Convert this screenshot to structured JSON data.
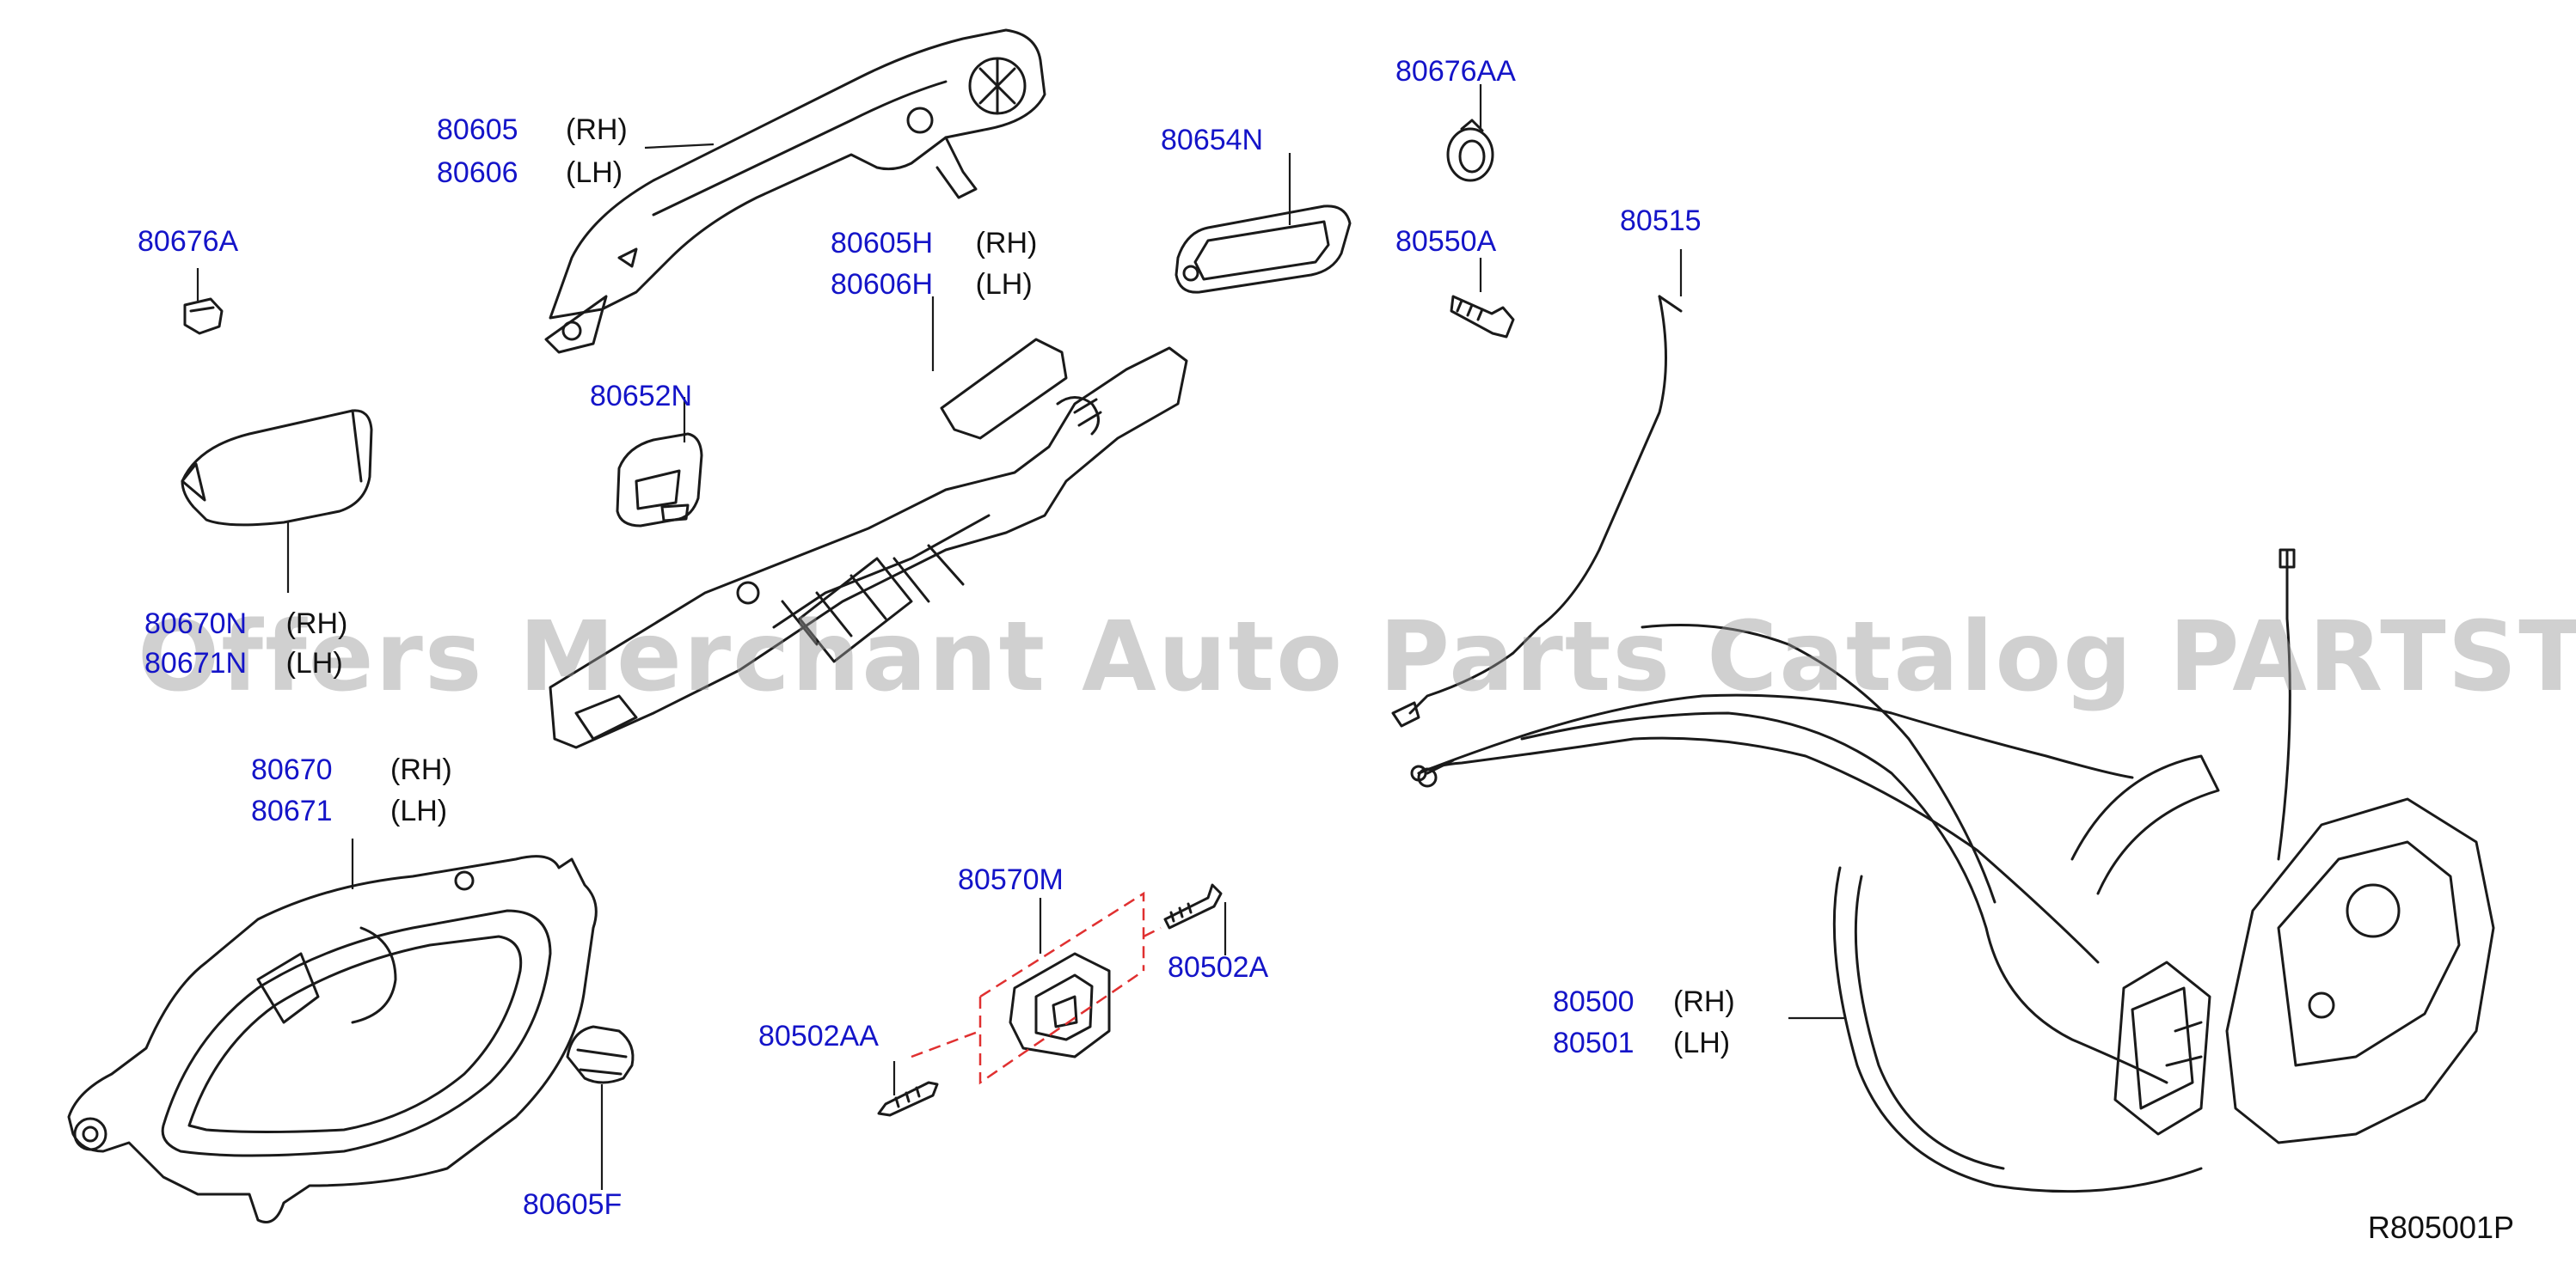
{
  "diagram": {
    "reference_code": "R805001P",
    "watermark": "Offers Merchant Auto Parts Catalog PARTSTORE.SA",
    "colors": {
      "part_number": "#1414c8",
      "side_text": "#111111",
      "line": "#1a1a1a",
      "dashed_box": "#e03030"
    },
    "labels": [
      {
        "part": "80605",
        "side": "(RH)"
      },
      {
        "part": "80606",
        "side": "(LH)"
      },
      {
        "part": "80676A",
        "side": ""
      },
      {
        "part": "80605H",
        "side": "(RH)"
      },
      {
        "part": "80606H",
        "side": "(LH)"
      },
      {
        "part": "80652N",
        "side": ""
      },
      {
        "part": "80654N",
        "side": ""
      },
      {
        "part": "80676AA",
        "side": ""
      },
      {
        "part": "80550A",
        "side": ""
      },
      {
        "part": "80515",
        "side": ""
      },
      {
        "part": "80670N",
        "side": "(RH)"
      },
      {
        "part": "80671N",
        "side": "(LH)"
      },
      {
        "part": "80670",
        "side": "(RH)"
      },
      {
        "part": "80671",
        "side": "(LH)"
      },
      {
        "part": "80570M",
        "side": ""
      },
      {
        "part": "80502A",
        "side": ""
      },
      {
        "part": "80502AA",
        "side": ""
      },
      {
        "part": "80605F",
        "side": ""
      },
      {
        "part": "80500",
        "side": "(RH)"
      },
      {
        "part": "80501",
        "side": "(LH)"
      }
    ]
  }
}
